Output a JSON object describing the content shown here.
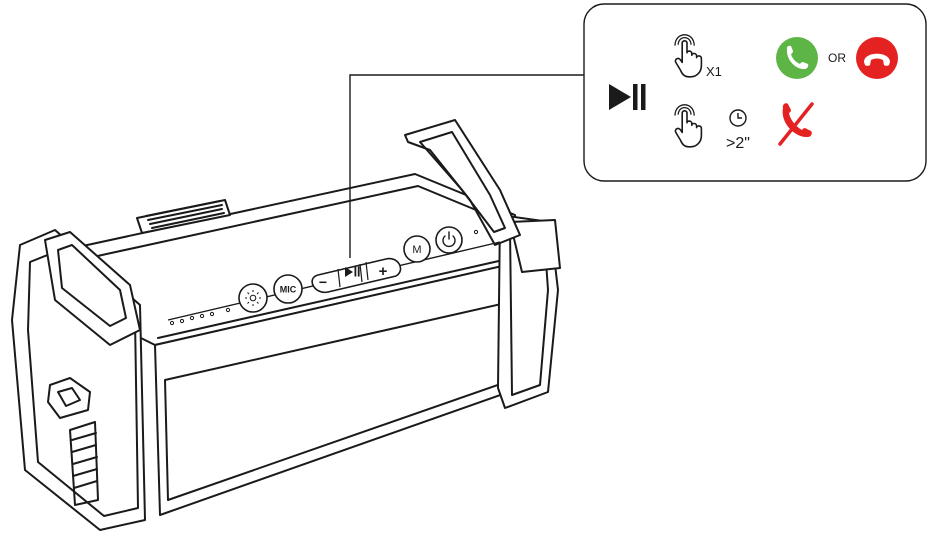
{
  "speaker": {
    "buttons": {
      "light": {
        "icon": "light-burst-icon"
      },
      "mic": {
        "label": "MIC"
      },
      "volume_down": {
        "label": "−"
      },
      "play_pause": {
        "icon": "play-pause-icon"
      },
      "volume_up": {
        "label": "+"
      },
      "mode": {
        "label": "M"
      },
      "power": {
        "icon": "power-icon"
      }
    },
    "indicator_dots": 5
  },
  "callout": {
    "icon": "play-pause-icon",
    "rows": [
      {
        "gesture": "tap-hand-icon",
        "qualifier": "X1",
        "results": [
          {
            "icon": "answer-call-icon",
            "color": "#5db545"
          },
          {
            "icon": "end-call-icon",
            "color": "#e52222"
          }
        ],
        "connector": "OR"
      },
      {
        "gesture": "tap-hand-icon",
        "timer_icon": "clock-icon",
        "qualifier": ">2\"",
        "results": [
          {
            "icon": "reject-call-icon",
            "color": "#e52222"
          }
        ]
      }
    ]
  },
  "colors": {
    "line": "#1a1a1a",
    "answer": "#5db545",
    "decline": "#e52222"
  }
}
